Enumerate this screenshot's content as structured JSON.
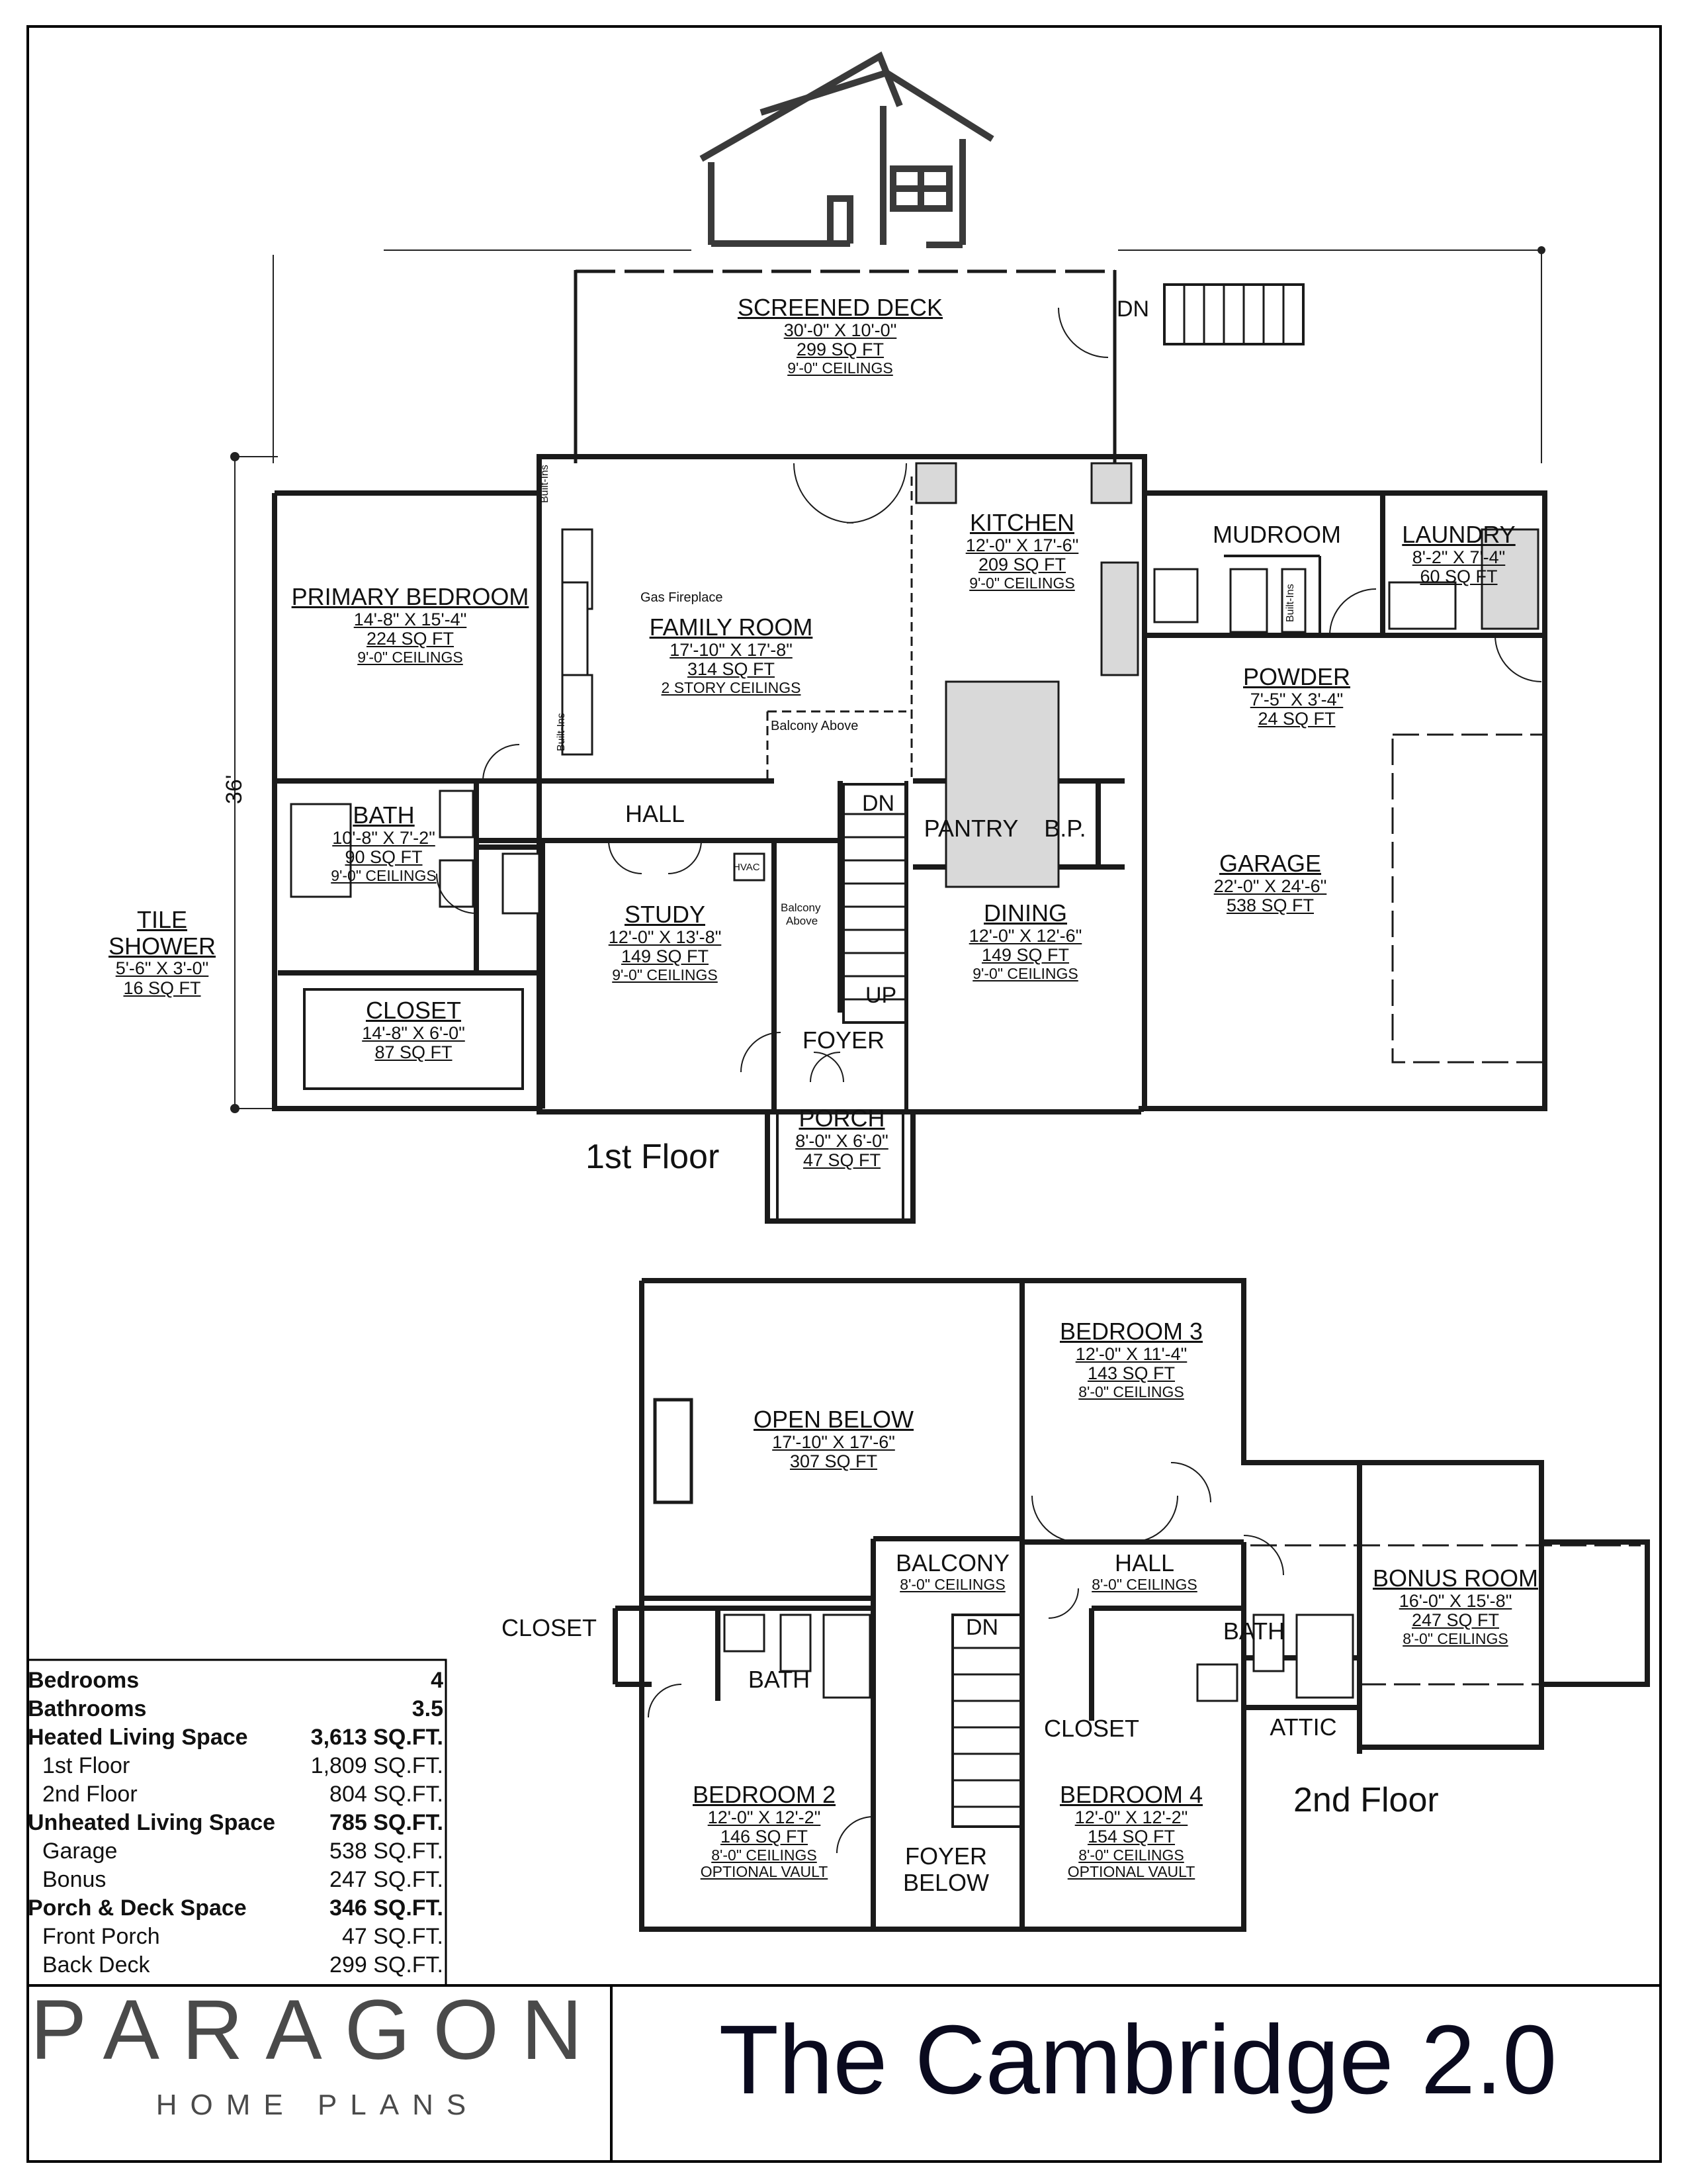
{
  "first_floor": {
    "title": "1st Floor",
    "dimension_label": "36'",
    "rooms": {
      "screened_deck": {
        "name": "SCREENED DECK",
        "dims": "30'-0\" X 10'-0\"",
        "area": "299 SQ FT",
        "ceiling": "9'-0\" CEILINGS"
      },
      "primary_bedroom": {
        "name": "PRIMARY BEDROOM",
        "dims": "14'-8\" X 15'-4\"",
        "area": "224 SQ FT",
        "ceiling": "9'-0\" CEILINGS"
      },
      "family_room": {
        "name": "FAMILY ROOM",
        "dims": "17'-10\" X 17'-8\"",
        "area": "314 SQ FT",
        "ceiling": "2 STORY CEILINGS"
      },
      "kitchen": {
        "name": "KITCHEN",
        "dims": "12'-0\" X 17'-6\"",
        "area": "209 SQ FT",
        "ceiling": "9'-0\" CEILINGS"
      },
      "mudroom": {
        "name": "MUDROOM"
      },
      "laundry": {
        "name": "LAUNDRY",
        "dims": "8'-2\" X 7'-4\"",
        "area": "60 SQ FT"
      },
      "powder": {
        "name": "POWDER",
        "dims": "7'-5\" X 3'-4\"",
        "area": "24 SQ FT"
      },
      "bath": {
        "name": "BATH",
        "dims": "10'-8\" X 7'-2\"",
        "area": "90 SQ FT",
        "ceiling": "9'-0\" CEILINGS"
      },
      "tile_shower": {
        "name1": "TILE",
        "name2": "SHOWER",
        "dims": "5'-6\" X 3'-0\"",
        "area": "16 SQ FT"
      },
      "closet": {
        "name": "CLOSET",
        "dims": "14'-8\" X 6'-0\"",
        "area": "87 SQ FT"
      },
      "hall": {
        "name": "HALL"
      },
      "study": {
        "name": "STUDY",
        "dims": "12'-0\" X 13'-8\"",
        "area": "149 SQ FT",
        "ceiling": "9'-0\" CEILINGS"
      },
      "pantry": {
        "name": "PANTRY"
      },
      "bp": {
        "name": "B.P."
      },
      "dining": {
        "name": "DINING",
        "dims": "12'-0\" X 12'-6\"",
        "area": "149 SQ FT",
        "ceiling": "9'-0\" CEILINGS"
      },
      "garage": {
        "name": "GARAGE",
        "dims": "22'-0\" X 24'-6\"",
        "area": "538 SQ FT"
      },
      "foyer": {
        "name": "FOYER"
      },
      "porch": {
        "name": "PORCH",
        "dims": "8'-0\" X 6'-0\"",
        "area": "47 SQ FT"
      }
    },
    "notes": {
      "gas_fireplace": "Gas Fireplace",
      "balcony_above": "Balcony Above",
      "balcony_above_2a": "Balcony",
      "balcony_above_2b": "Above",
      "built_ins": "Built-Ins",
      "hvac": "HVAC",
      "dn": "DN",
      "up": "UP"
    }
  },
  "second_floor": {
    "title": "2nd Floor",
    "rooms": {
      "open_below": {
        "name": "OPEN BELOW",
        "dims": "17'-10\" X 17'-6\"",
        "area": "307 SQ FT"
      },
      "bedroom3": {
        "name": "BEDROOM 3",
        "dims": "12'-0\" X 11'-4\"",
        "area": "143 SQ FT",
        "ceiling": "8'-0\" CEILINGS"
      },
      "balcony": {
        "name": "BALCONY",
        "ceiling": "8'-0\" CEILINGS"
      },
      "hall": {
        "name": "HALL",
        "ceiling": "8'-0\" CEILINGS"
      },
      "bonus_room": {
        "name": "BONUS ROOM",
        "dims": "16'-0\" X 15'-8\"",
        "area": "247 SQ FT",
        "ceiling": "8'-0\" CEILINGS"
      },
      "closet_left": {
        "name": "CLOSET"
      },
      "bath_left": {
        "name": "BATH"
      },
      "bath_right": {
        "name": "BATH"
      },
      "closet_right": {
        "name": "CLOSET"
      },
      "attic": {
        "name": "ATTIC"
      },
      "bedroom2": {
        "name": "BEDROOM 2",
        "dims": "12'-0\" X 12'-2\"",
        "area": "146 SQ FT",
        "ceiling": "8'-0\" CEILINGS",
        "extra": "OPTIONAL VAULT"
      },
      "bedroom4": {
        "name": "BEDROOM 4",
        "dims": "12'-0\" X 12'-2\"",
        "area": "154 SQ FT",
        "ceiling": "8'-0\" CEILINGS",
        "extra": "OPTIONAL VAULT"
      },
      "foyer_below": {
        "name1": "FOYER",
        "name2": "BELOW"
      },
      "dn": "DN"
    }
  },
  "stats": [
    {
      "label": "Bedrooms",
      "value": "4",
      "bold": true,
      "indent": false
    },
    {
      "label": "Bathrooms",
      "value": "3.5",
      "bold": true,
      "indent": false
    },
    {
      "label": "Heated Living Space",
      "value": "3,613 SQ.FT.",
      "bold": true,
      "indent": false
    },
    {
      "label": "1st Floor",
      "value": "1,809 SQ.FT.",
      "bold": false,
      "indent": true
    },
    {
      "label": "2nd Floor",
      "value": "804 SQ.FT.",
      "bold": false,
      "indent": true
    },
    {
      "label": "Unheated Living Space",
      "value": "785 SQ.FT.",
      "bold": true,
      "indent": false
    },
    {
      "label": "Garage",
      "value": "538 SQ.FT.",
      "bold": false,
      "indent": true
    },
    {
      "label": "Bonus",
      "value": "247 SQ.FT.",
      "bold": false,
      "indent": true
    },
    {
      "label": "Porch & Deck Space",
      "value": "346 SQ.FT.",
      "bold": true,
      "indent": false
    },
    {
      "label": "Front Porch",
      "value": "47 SQ.FT.",
      "bold": false,
      "indent": true
    },
    {
      "label": "Back Deck",
      "value": "299 SQ.FT.",
      "bold": false,
      "indent": true
    }
  ],
  "brand": {
    "name": "PARAGON",
    "tagline": "HOME PLANS"
  },
  "plan_title": "The Cambridge 2.0",
  "colors": {
    "wall": "#1a1a1a",
    "brick": "#b04a3a",
    "fixture": "#d9d9d9",
    "title": "#0a0a1e"
  },
  "icons": {
    "logo": "house-logo-icon"
  }
}
